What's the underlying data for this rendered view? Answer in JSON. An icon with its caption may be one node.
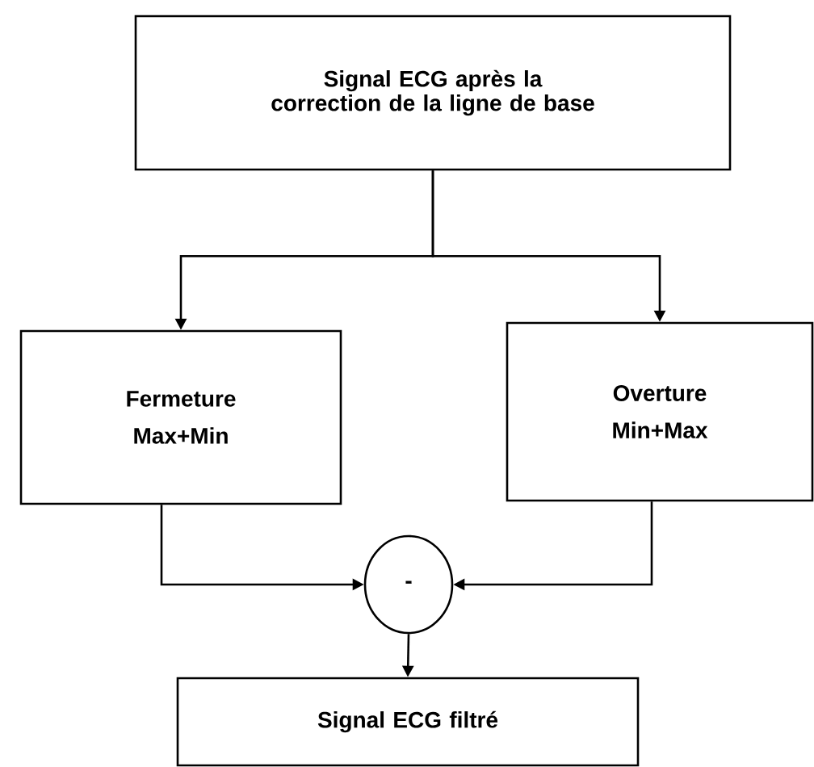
{
  "diagram": {
    "nodes": [
      {
        "text": [
          "Signal ECG après la correction de la ligne de base"
        ]
      },
      {
        "text": [
          "Fermeture",
          "Max+Min"
        ]
      },
      {
        "text": [
          "Overture",
          "Min+Max"
        ]
      },
      {
        "text": [
          "-"
        ]
      },
      {
        "text": [
          "Signal ECG filtré"
        ]
      }
    ],
    "edges": [
      {
        "from": 0,
        "to": 1,
        "arrow": "to"
      },
      {
        "from": 0,
        "to": 2,
        "arrow": "to"
      },
      {
        "from": 1,
        "to": 3,
        "arrow": "to"
      },
      {
        "from": 2,
        "to": 3,
        "arrow": "to"
      },
      {
        "from": 3,
        "to": 4,
        "arrow": "to"
      }
    ]
  }
}
